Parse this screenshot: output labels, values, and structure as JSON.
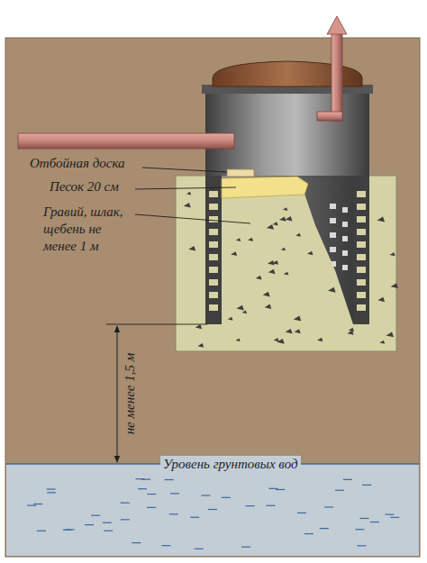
{
  "diagram": {
    "labels": [
      "Отбойная доска",
      "Песок 20 см",
      "Гравий, шлак, щебень не менее 1 м",
      "не менее 1,5 м",
      "Уровень грунтовых вод"
    ]
  }
}
